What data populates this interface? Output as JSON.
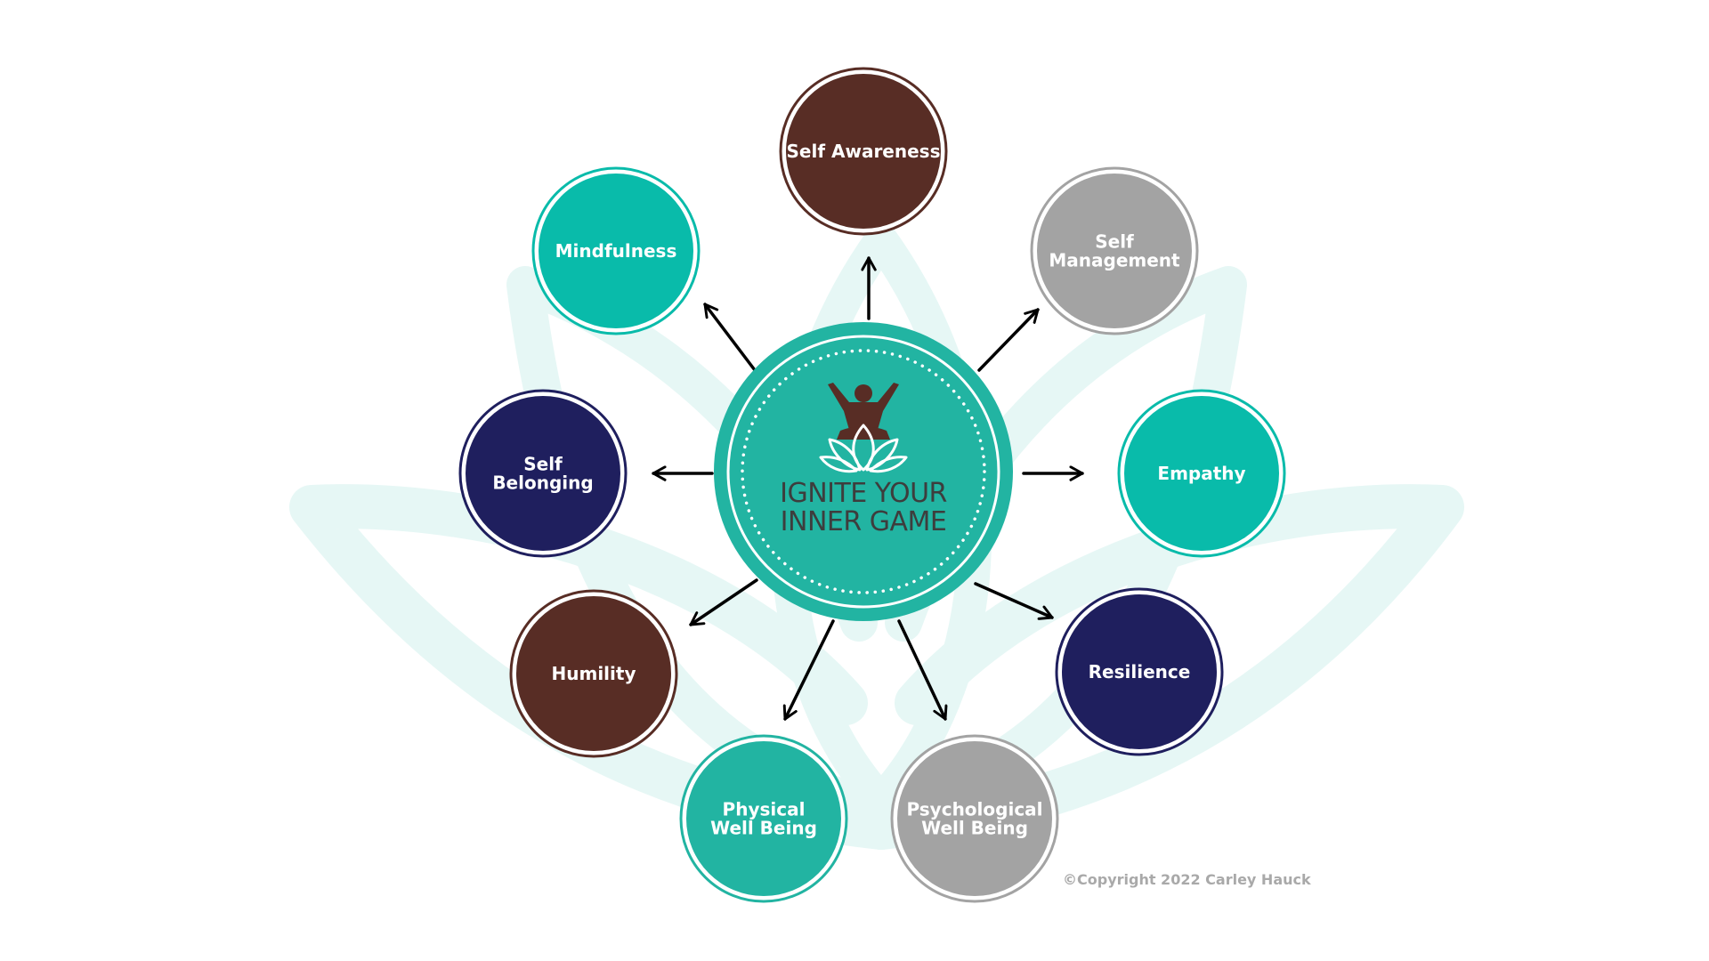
{
  "center": {
    "title_lines": [
      "IGNITE YOUR",
      "INNER GAME"
    ]
  },
  "nodes": [
    {
      "id": "self-awareness",
      "lines": [
        "Self Awareness"
      ],
      "color": "#582d25"
    },
    {
      "id": "self-management",
      "lines": [
        "Self",
        "Management"
      ],
      "color": "#a3a3a3"
    },
    {
      "id": "empathy",
      "lines": [
        "Empathy"
      ],
      "color": "#09bbaa"
    },
    {
      "id": "resilience",
      "lines": [
        "Resilience"
      ],
      "color": "#1f1f5e"
    },
    {
      "id": "psychological-well-being",
      "lines": [
        "Psychological",
        "Well Being"
      ],
      "color": "#a3a3a3"
    },
    {
      "id": "physical-well-being",
      "lines": [
        "Physical",
        "Well Being"
      ],
      "color": "#22b4a2"
    },
    {
      "id": "humility",
      "lines": [
        "Humility"
      ],
      "color": "#582d25"
    },
    {
      "id": "self-belonging",
      "lines": [
        "Self",
        "Belonging"
      ],
      "color": "#1f1f5e"
    },
    {
      "id": "mindfulness",
      "lines": [
        "Mindfulness"
      ],
      "color": "#09bbaa"
    }
  ],
  "copyright": "©Copyright 2022 Carley Hauck",
  "colors": {
    "hub": "#22b4a2",
    "arrow": "#000000",
    "lotus_watermark": "#e6f7f5",
    "title_text": "#3d3d3d",
    "figure": "#582d25",
    "copyright": "#a9a9a9"
  }
}
